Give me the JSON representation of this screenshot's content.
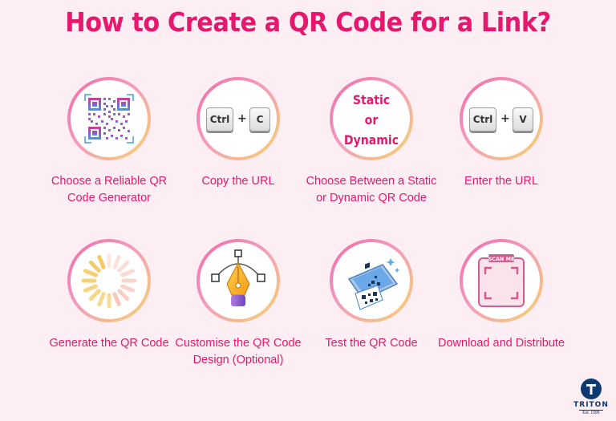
{
  "title": "How to Create a QR Code for a Link?",
  "steps": [
    {
      "label": "Choose a Reliable QR Code Generator",
      "icon": "qr-code-icon"
    },
    {
      "label": "Copy the URL",
      "icon": "ctrl-c-keys-icon",
      "keys": [
        "Ctrl",
        "+",
        "C"
      ]
    },
    {
      "label": "Choose Between a Static or Dynamic QR Code",
      "icon": "static-or-dynamic-text",
      "text_lines": [
        "Static",
        "or",
        "Dynamic"
      ]
    },
    {
      "label": "Enter the URL",
      "icon": "ctrl-v-keys-icon",
      "keys": [
        "Ctrl",
        "+",
        "V"
      ]
    },
    {
      "label": "Generate the QR Code",
      "icon": "loading-spinner-icon"
    },
    {
      "label": "Customise the QR Code Design (Optional)",
      "icon": "pen-tool-icon"
    },
    {
      "label": "Test the QR Code",
      "icon": "phone-scan-icon"
    },
    {
      "label": "Download and Distribute",
      "icon": "scan-me-frame-icon",
      "badge": "SCAN ME"
    }
  ],
  "logo": {
    "name": "TRITON",
    "tagline": "Est. 1995"
  },
  "colors": {
    "accent": "#e6186d",
    "background": "#fdeef4",
    "ring_start": "#f06aa8",
    "ring_end": "#f7d56a",
    "logo": "#0d3a72"
  }
}
